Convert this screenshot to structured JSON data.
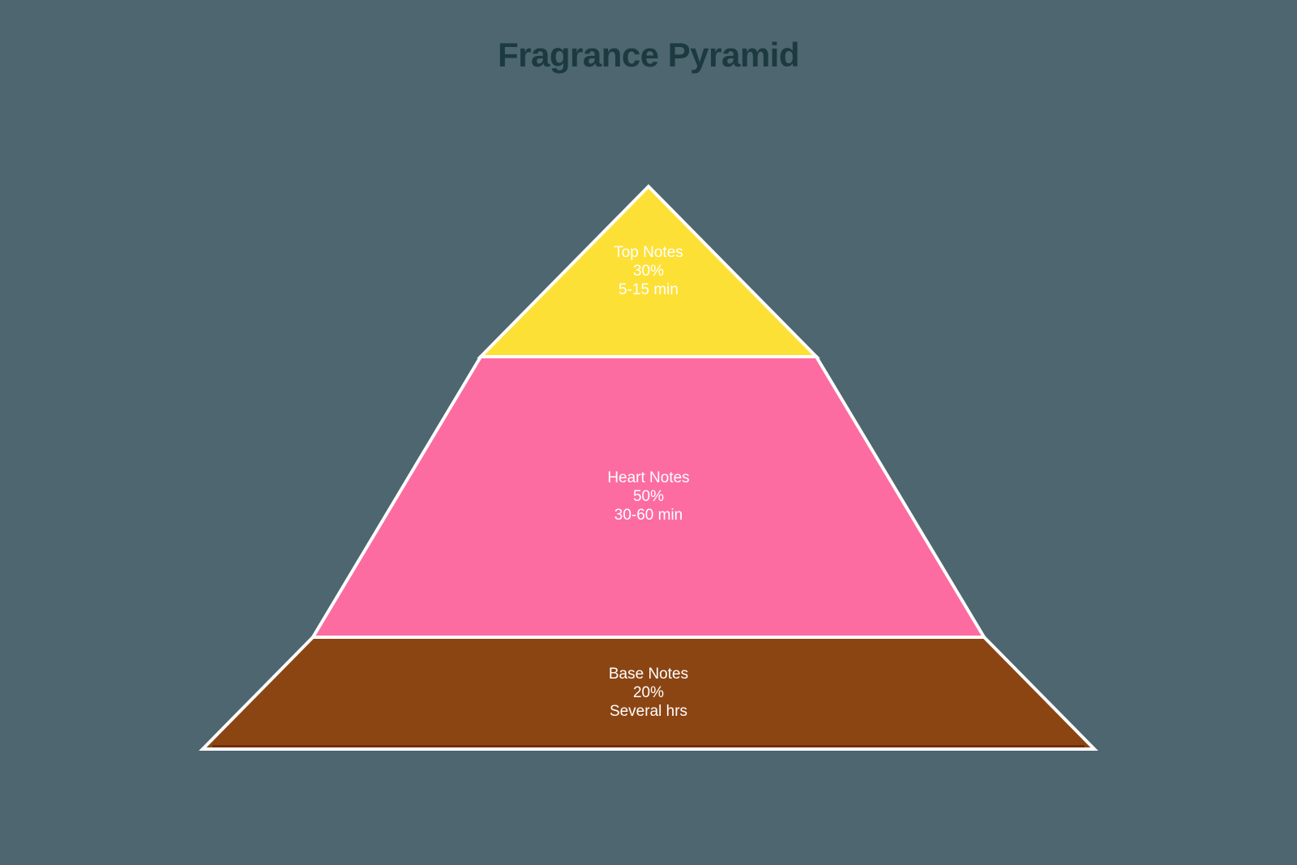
{
  "title": "Fragrance Pyramid",
  "colors": {
    "background": "#4D6670",
    "title_text": "#1C3A40",
    "layer_text": "#FFFFFF",
    "border": "#FFFFFF",
    "base_shadow": "#722D08"
  },
  "chart_data": {
    "type": "pyramid",
    "title": "Fragrance Pyramid",
    "categories": [
      "Top Notes",
      "Heart Notes",
      "Base Notes"
    ],
    "values": [
      30,
      50,
      20
    ],
    "layers": [
      {
        "label": "Top Notes",
        "percent": "30%",
        "value": 30,
        "duration": "5-15 min",
        "color": "#FDE036"
      },
      {
        "label": "Heart Notes",
        "percent": "50%",
        "value": 50,
        "duration": "30-60 min",
        "color": "#FC6CA0"
      },
      {
        "label": "Base Notes",
        "percent": "20%",
        "value": 20,
        "duration": "Several hrs",
        "color": "#8B4513"
      }
    ],
    "layout_hints": {
      "orientation": "apex-at-top",
      "layer_heights_proportional_to": "value",
      "segment_border_color": "#FFFFFF",
      "labels_inside_segments": true,
      "label_lines_per_segment": [
        "label",
        "percent",
        "duration"
      ],
      "legend": "none",
      "axes": "none"
    }
  }
}
